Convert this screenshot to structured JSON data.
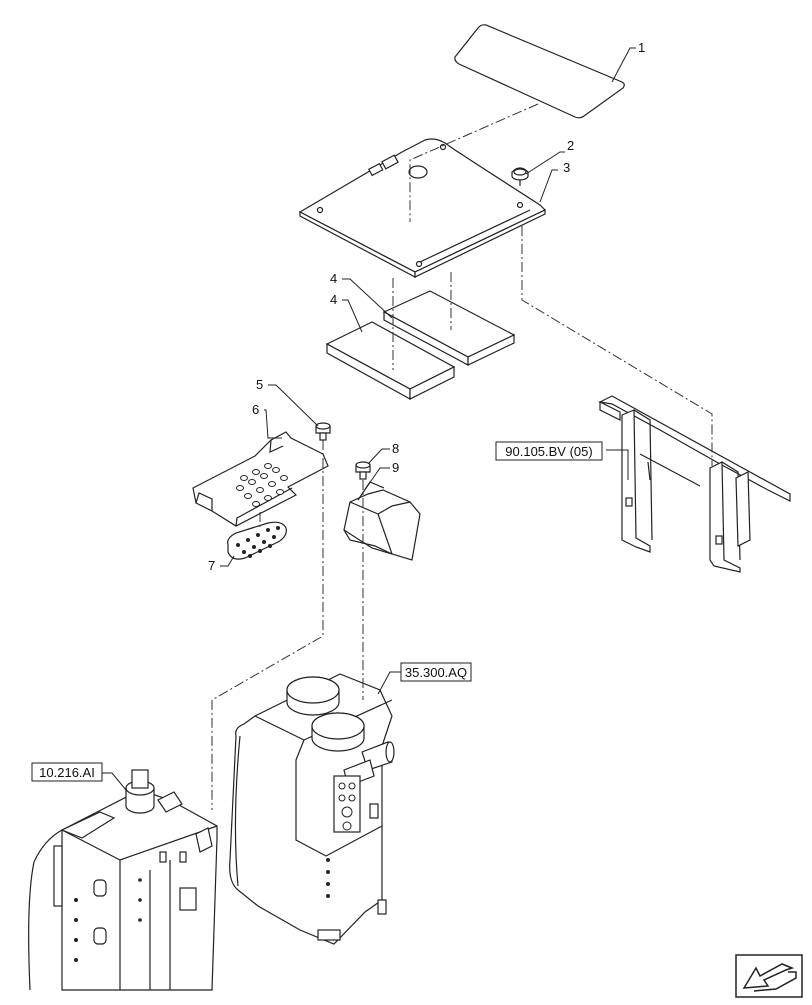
{
  "callouts": [
    "1",
    "2",
    "3",
    "4",
    "4",
    "5",
    "6",
    "7",
    "8",
    "9"
  ],
  "references": {
    "seat_frame": "90.105.BV (05)",
    "hydraulic_tank": "35.300.AQ",
    "fuel_tank": "10.216.AI"
  },
  "nav_icon": "arrow-icon"
}
